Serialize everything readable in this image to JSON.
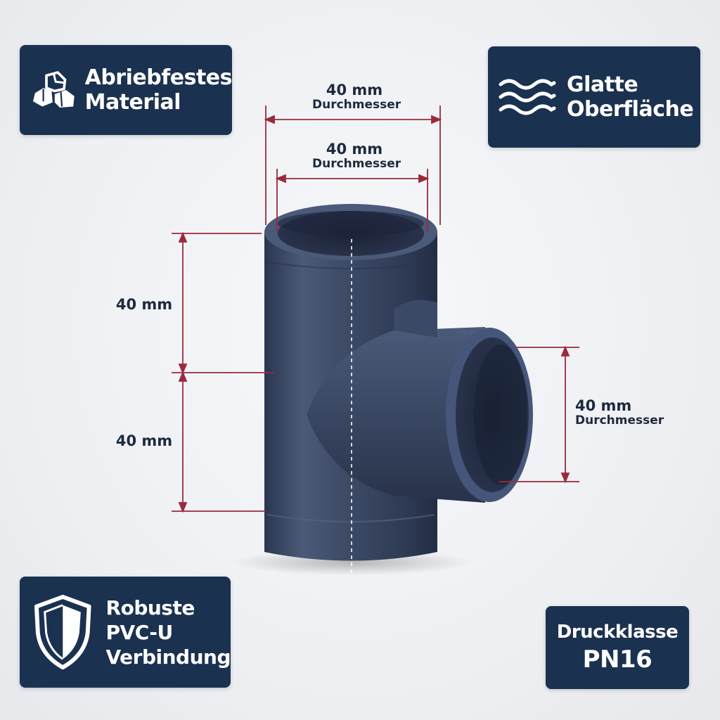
{
  "badges": {
    "top_left": {
      "line1": "Abriebfestes",
      "line2": "Material",
      "icon": "rock-icon"
    },
    "top_right": {
      "line1": "Glatte",
      "line2": "Oberfläche",
      "icon": "waves-icon"
    },
    "bottom_left": {
      "line1": "Robuste",
      "line2": "PVC-U",
      "line3": "Verbindung",
      "icon": "shield-icon"
    },
    "bottom_right": {
      "line1": "Druckklasse",
      "line2": "PN16"
    }
  },
  "dimensions": {
    "outer_diameter": {
      "value": "40 mm",
      "unit_label": "Durchmesser"
    },
    "inner_diameter": {
      "value": "40 mm",
      "unit_label": "Durchmesser"
    },
    "upper_length": {
      "value": "40 mm"
    },
    "lower_length": {
      "value": "40 mm"
    },
    "branch_diameter": {
      "value": "40 mm",
      "unit_label": "Durchmesser"
    }
  },
  "colors": {
    "badge_bg": "#1b3150",
    "dimension_line": "#9a2a3c",
    "pipe": "#3e4d68"
  }
}
